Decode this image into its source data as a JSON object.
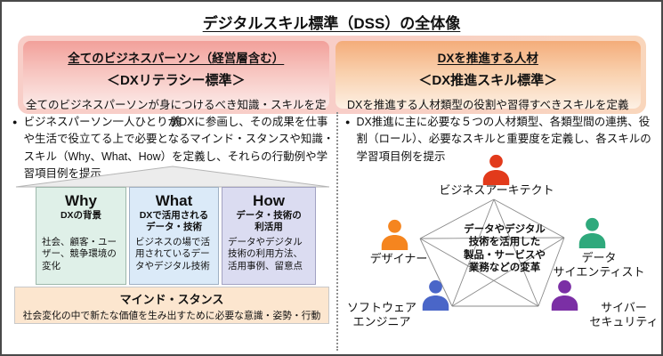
{
  "title": "デジタルスキル標準（DSS）の全体像",
  "bullet_char": "●",
  "literacy": {
    "audience": "全てのビジネスパーソン（経営層含む）",
    "name": "＜DXリテラシー標準＞",
    "definition": "全てのビジネスパーソンが身につけるべき知識・スキルを定義",
    "description": "ビジネスパーソン一人ひとりがDXに参画し、その成果を仕事や生活で役立てる上で必要となるマインド・スタンスや知識・スキル（Why、What、How）を定義し、それらの行動例や学習項目例を提示",
    "accent_color": "#f2a09a"
  },
  "promotion": {
    "audience": "DXを推進する人材",
    "name": "＜DX推進スキル標準＞",
    "definition": "DXを推進する人材類型の役割や習得すべきスキルを定義",
    "description": "DX推進に主に必要な５つの人材類型、各類型間の連携、役割（ロール）、必要なスキルと重要度を定義し、各スキルの学習項目例を提示",
    "accent_color": "#f4ac7a"
  },
  "framework": {
    "why": {
      "title": "Why",
      "subtitle": "DXの背景",
      "body": "社会、顧客・ユーザー、競争環境の変化",
      "bg": "#dff0e8"
    },
    "what": {
      "title": "What",
      "subtitle": "DXで活用される\nデータ・技術",
      "body": "ビジネスの場で活用されているデータやデジタル技術",
      "bg": "#dbeaf8"
    },
    "how": {
      "title": "How",
      "subtitle": "データ・技術の\n利活用",
      "body": "データやデジタル技術の利用方法、活用事例、留意点",
      "bg": "#dbdcf1"
    }
  },
  "mind_stance": {
    "title": "マインド・スタンス",
    "body": "社会変化の中で新たな価値を生み出すために必要な意識・姿勢・行動"
  },
  "diagram": {
    "center_text": "データやデジタル\n技術を活用した\n製品・サービスや\n業務などの変革",
    "roles": [
      {
        "name": "ビジネスアーキテクト",
        "color": "#e23a1b"
      },
      {
        "name": "デザイナー",
        "color": "#f5851f"
      },
      {
        "name": "データ\nサイエンティスト",
        "color": "#2fa97c"
      },
      {
        "name": "ソフトウェア\nエンジニア",
        "color": "#4a66c8"
      },
      {
        "name": "サイバー\nセキュリティ",
        "color": "#7b2fa5"
      }
    ]
  }
}
